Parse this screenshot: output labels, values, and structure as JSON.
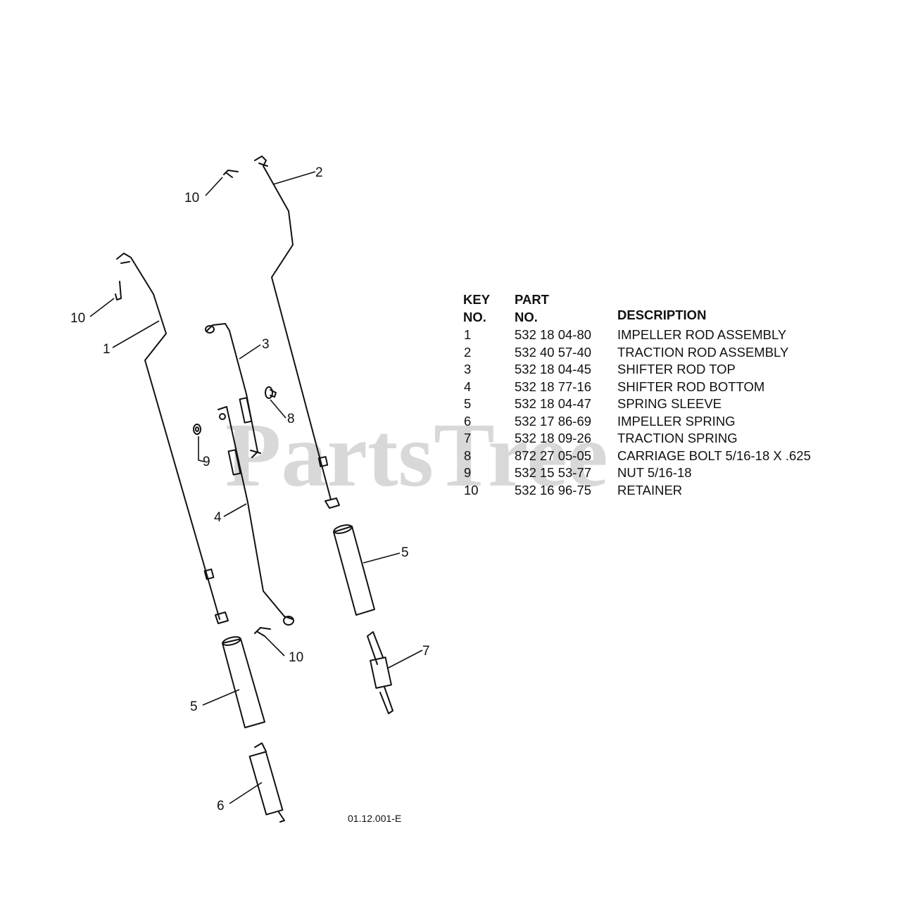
{
  "table": {
    "header_key": "KEY\nNO.",
    "header_key_line1": "KEY",
    "header_key_line2": "NO.",
    "header_part_line1": "PART",
    "header_part_line2": "NO.",
    "header_description": "DESCRIPTION",
    "rows": [
      {
        "key": "1",
        "part": "532 18 04-80",
        "description": "IMPELLER ROD ASSEMBLY"
      },
      {
        "key": "2",
        "part": "532 40 57-40",
        "description": "TRACTION ROD ASSEMBLY"
      },
      {
        "key": "3",
        "part": "532 18 04-45",
        "description": "SHIFTER ROD TOP"
      },
      {
        "key": "4",
        "part": "532 18 77-16",
        "description": "SHIFTER ROD BOTTOM"
      },
      {
        "key": "5",
        "part": "532 18 04-47",
        "description": "SPRING SLEEVE"
      },
      {
        "key": "6",
        "part": "532 17 86-69",
        "description": "IMPELLER SPRING"
      },
      {
        "key": "7",
        "part": "532 18 09-26",
        "description": "TRACTION SPRING"
      },
      {
        "key": "8",
        "part": "872 27 05-05",
        "description": "CARRIAGE BOLT 5/16-18 X .625"
      },
      {
        "key": "9",
        "part": "532 15 53-77",
        "description": "NUT 5/16-18"
      },
      {
        "key": "10",
        "part": "532 16 96-75",
        "description": "RETAINER"
      }
    ]
  },
  "callouts": {
    "c1": "1",
    "c2": "2",
    "c3": "3",
    "c4": "4",
    "c5a": "5",
    "c5b": "5",
    "c6": "6",
    "c7": "7",
    "c8": "8",
    "c9": "9",
    "c10a": "10",
    "c10b": "10",
    "c10c": "10"
  },
  "diagram_code": "01.12.001-E",
  "watermark": "PartsTree"
}
